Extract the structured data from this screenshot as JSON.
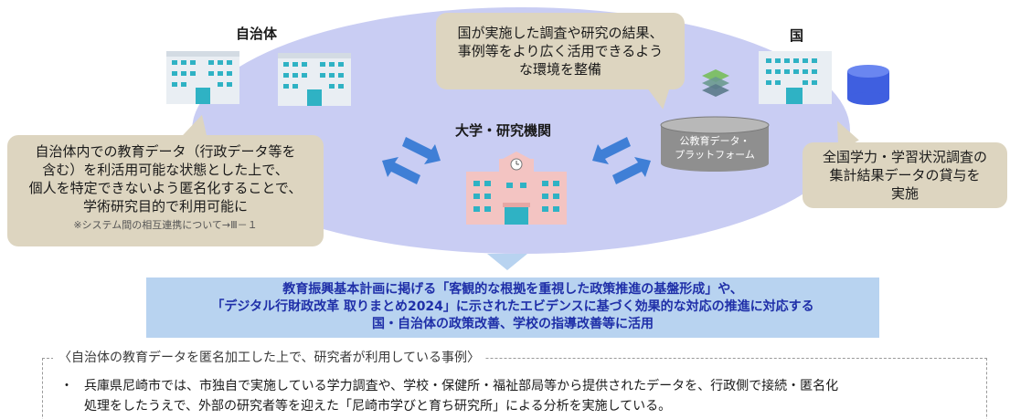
{
  "labels": {
    "municipality": "自治体",
    "university": "大学・研究機関",
    "nation": "国"
  },
  "bubble_nation": {
    "lines": [
      "国が実施した調査や研究の結果、",
      "事例等をより広く活用できるよう",
      "な環境を整備"
    ]
  },
  "bubble_municipality": {
    "lines": [
      "自治体内での教育データ（行政データ等を",
      "含む）を利活用可能な状態とした上で、",
      "個人を特定できないよう匿名化することで、",
      "学術研究目的で利用可能に"
    ],
    "note": "※システム間の相互連携について→Ⅲ－１"
  },
  "bubble_survey": {
    "lines": [
      "全国学力・学習状況調査の",
      "集計結果データの貸与を",
      "実施"
    ]
  },
  "platform": {
    "lines": [
      "公教育データ・",
      "プラットフォーム"
    ]
  },
  "banner": {
    "lines": [
      "教育振興基本計画に掲げる「客観的な根拠を重視した政策推進の基盤形成」や、",
      "「デジタル行財政改革 取りまとめ2024」に示されたエビデンスに基づく効果的な対応の推進に対応する",
      "国・自治体の政策改善、学校の指導改善等に活用"
    ]
  },
  "case": {
    "title": "〈自治体の教育データを匿名加工した上で、研究者が利用している事例〉",
    "bullet": "・",
    "lines": [
      "兵庫県尼崎市では、市独自で実施している学力調査や、学校・保健所・福祉部局等から提供されたデータを、行政側で接続・匿名化",
      "処理をしたうえで、外部の研究者等を迎えた「尼崎市学びと育ち研究所」による分析を実施している。"
    ]
  },
  "colors": {
    "ellipse": "#c9cdf3",
    "bubble": "#ddd5c0",
    "banner_bg": "#b8d3f0",
    "banner_text": "#1f2fa8",
    "arrow": "#3f7fd6",
    "building_teal": "#2fb2c4",
    "database": "#3f5fe0",
    "platform": "#8f8f8f"
  },
  "icons": [
    "municipal-building-icon",
    "school-building-icon",
    "government-building-icon",
    "database-icon",
    "layers-icon",
    "double-arrow-icon"
  ]
}
